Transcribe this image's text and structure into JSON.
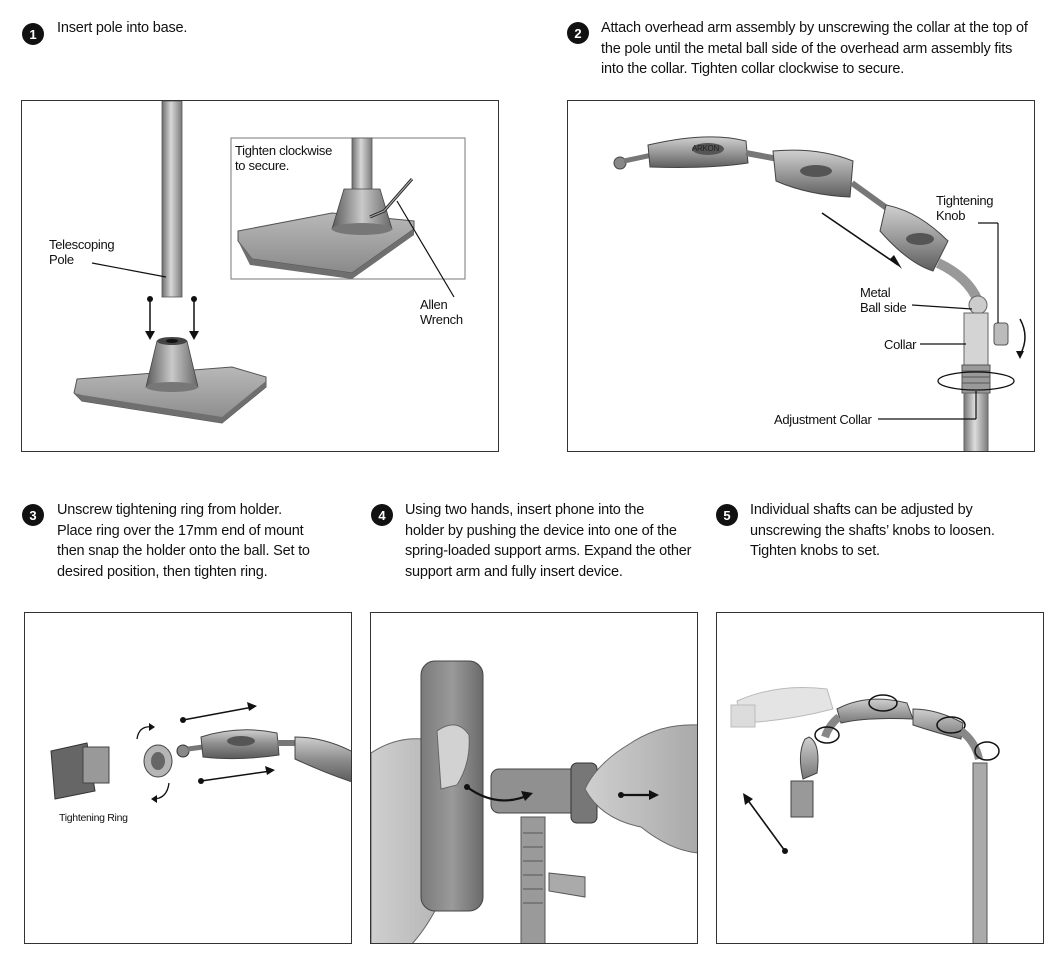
{
  "steps": [
    {
      "number": "1",
      "text": "Insert pole into base."
    },
    {
      "number": "2",
      "lines": [
        "Attach overhead arm assembly by unscrewing the collar at the top of",
        "the pole until the metal ball side of the overhead arm assembly fits",
        "into the collar. Tighten collar clockwise to secure."
      ]
    },
    {
      "number": "3",
      "lines": [
        "Unscrew tightening ring from holder.",
        "Place ring over the 17mm end of mount",
        "then snap the holder onto the ball. Set to",
        "desired position, then tighten ring."
      ]
    },
    {
      "number": "4",
      "lines": [
        "Using two hands, insert phone into the",
        "holder by pushing the device into one of the",
        "spring-loaded support arms. Expand the other",
        "support arm and fully insert device."
      ]
    },
    {
      "number": "5",
      "lines": [
        "Individual shafts can be adjusted by",
        "unscrewing the shafts’ knobs to loosen.",
        "Tighten knobs to set."
      ]
    }
  ],
  "panel1": {
    "inset_label": [
      "Tighten clockwise",
      "to secure."
    ],
    "pole_label": [
      "Telescoping",
      "Pole"
    ],
    "wrench_label": [
      "Allen",
      "Wrench"
    ]
  },
  "panel2": {
    "knob_label": [
      "Tightening",
      "Knob"
    ],
    "ball_label": [
      "Metal",
      "Ball side"
    ],
    "collar_label": "Collar",
    "adjust_label": "Adjustment Collar",
    "brand": "ARKON"
  },
  "panel3": {
    "ring_label": "Tightening Ring"
  }
}
